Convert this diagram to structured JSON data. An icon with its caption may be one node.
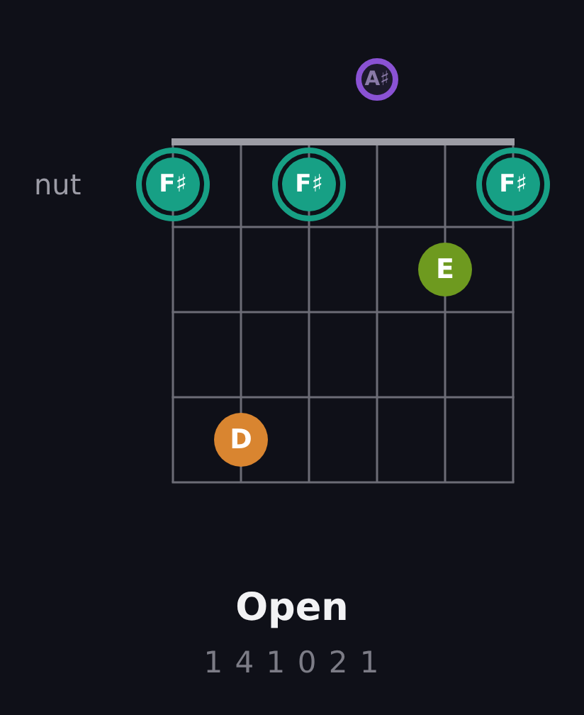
{
  "diagram": {
    "title": "Open",
    "caption": "1 4 1 0 2 1",
    "nodes": [
      {
        "text": [
          "A♯"
        ]
      },
      {
        "text": [
          "F♯"
        ]
      },
      {
        "text": [
          "F♯"
        ]
      },
      {
        "text": [
          "F♯"
        ]
      },
      {
        "text": [
          "E"
        ]
      },
      {
        "text": [
          "D"
        ]
      }
    ],
    "labels": [
      "nut"
    ]
  }
}
